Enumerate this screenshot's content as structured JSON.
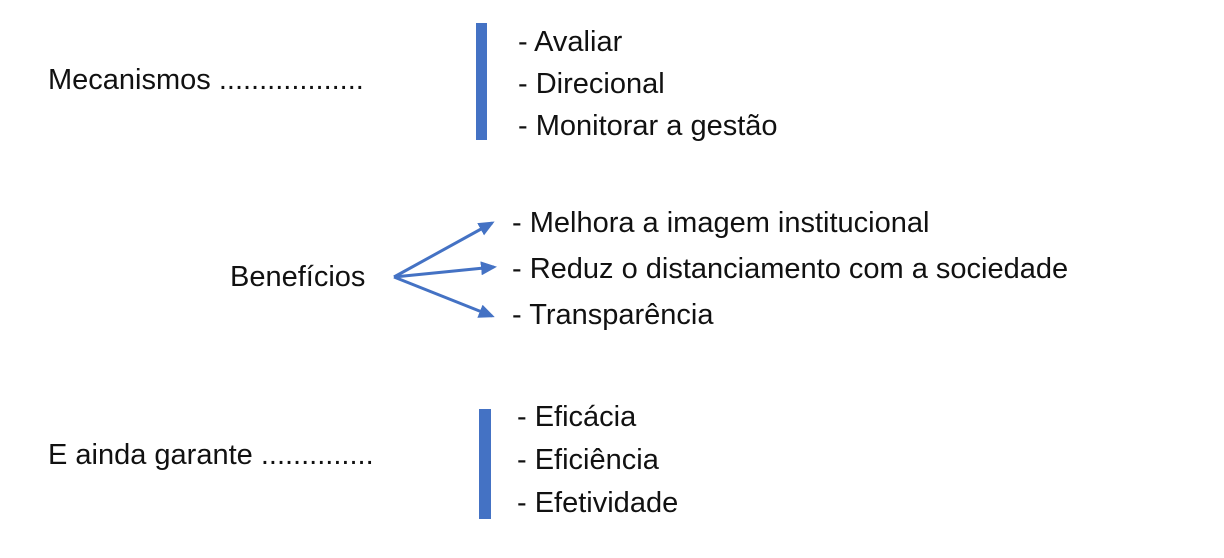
{
  "canvas": {
    "background": "#ffffff",
    "accent_blue": "#4472C4",
    "text_color": "#111111"
  },
  "connectors": {
    "bracket_bar_icon": "vertical-rectangle",
    "arrow_icon": "right-arrow-with-triangle-head",
    "color": "#4472C4"
  },
  "groups": [
    {
      "id": "mecanismos",
      "label": "Mecanismos ..................",
      "connector": "bar",
      "items": [
        "- Avaliar",
        "- Direcional",
        "- Monitorar a gestão"
      ]
    },
    {
      "id": "beneficios",
      "label": "Benefícios",
      "connector": "arrows",
      "items": [
        "- Melhora a imagem institucional",
        "- Reduz o distanciamento com a sociedade",
        "- Transparência"
      ]
    },
    {
      "id": "e-ainda-garante",
      "label": "E ainda garante ..............",
      "connector": "bar",
      "items": [
        "- Eficácia",
        "- Eficiência",
        "- Efetividade"
      ]
    }
  ]
}
